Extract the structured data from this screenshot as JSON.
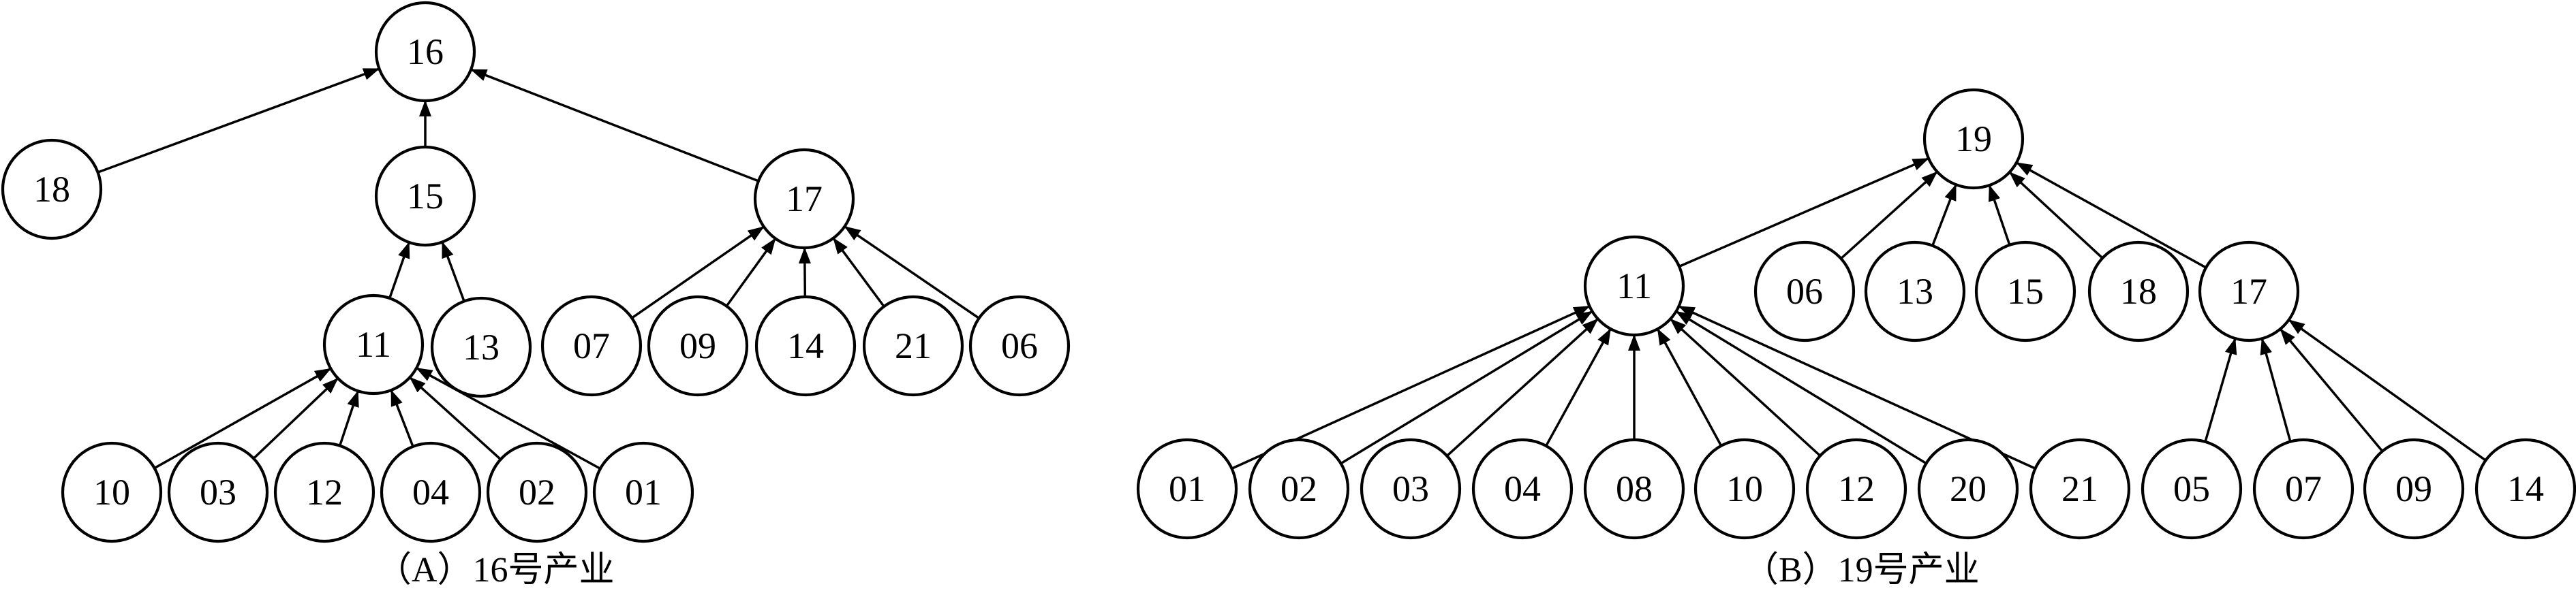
{
  "diagrams": [
    {
      "id": "A",
      "caption": "（A）16号产业",
      "nodes": [
        {
          "id": "a16",
          "label": "16"
        },
        {
          "id": "a18",
          "label": "18"
        },
        {
          "id": "a15",
          "label": "15"
        },
        {
          "id": "a17",
          "label": "17"
        },
        {
          "id": "a11",
          "label": "11"
        },
        {
          "id": "a13",
          "label": "13"
        },
        {
          "id": "a07",
          "label": "07"
        },
        {
          "id": "a09",
          "label": "09"
        },
        {
          "id": "a14",
          "label": "14"
        },
        {
          "id": "a21",
          "label": "21"
        },
        {
          "id": "a06",
          "label": "06"
        },
        {
          "id": "a10",
          "label": "10"
        },
        {
          "id": "a03",
          "label": "03"
        },
        {
          "id": "a12",
          "label": "12"
        },
        {
          "id": "a04",
          "label": "04"
        },
        {
          "id": "a02",
          "label": "02"
        },
        {
          "id": "a01",
          "label": "01"
        }
      ],
      "edges": [
        {
          "from": "a18",
          "to": "a16"
        },
        {
          "from": "a15",
          "to": "a16"
        },
        {
          "from": "a17",
          "to": "a16"
        },
        {
          "from": "a11",
          "to": "a15"
        },
        {
          "from": "a13",
          "to": "a15"
        },
        {
          "from": "a07",
          "to": "a17"
        },
        {
          "from": "a09",
          "to": "a17"
        },
        {
          "from": "a14",
          "to": "a17"
        },
        {
          "from": "a21",
          "to": "a17"
        },
        {
          "from": "a06",
          "to": "a17"
        },
        {
          "from": "a10",
          "to": "a11"
        },
        {
          "from": "a03",
          "to": "a11"
        },
        {
          "from": "a12",
          "to": "a11"
        },
        {
          "from": "a04",
          "to": "a11"
        },
        {
          "from": "a02",
          "to": "a11"
        },
        {
          "from": "a01",
          "to": "a11"
        }
      ]
    },
    {
      "id": "B",
      "caption": "（B）19号产业",
      "nodes": [
        {
          "id": "b19",
          "label": "19"
        },
        {
          "id": "b11",
          "label": "11"
        },
        {
          "id": "b06",
          "label": "06"
        },
        {
          "id": "b13",
          "label": "13"
        },
        {
          "id": "b15",
          "label": "15"
        },
        {
          "id": "b18",
          "label": "18"
        },
        {
          "id": "b17",
          "label": "17"
        },
        {
          "id": "b01",
          "label": "01"
        },
        {
          "id": "b02",
          "label": "02"
        },
        {
          "id": "b03",
          "label": "03"
        },
        {
          "id": "b04",
          "label": "04"
        },
        {
          "id": "b08",
          "label": "08"
        },
        {
          "id": "b10",
          "label": "10"
        },
        {
          "id": "b12",
          "label": "12"
        },
        {
          "id": "b20",
          "label": "20"
        },
        {
          "id": "b21",
          "label": "21"
        },
        {
          "id": "b05",
          "label": "05"
        },
        {
          "id": "b07",
          "label": "07"
        },
        {
          "id": "b09",
          "label": "09"
        },
        {
          "id": "b14",
          "label": "14"
        }
      ],
      "edges": [
        {
          "from": "b11",
          "to": "b19"
        },
        {
          "from": "b06",
          "to": "b19"
        },
        {
          "from": "b13",
          "to": "b19"
        },
        {
          "from": "b15",
          "to": "b19"
        },
        {
          "from": "b18",
          "to": "b19"
        },
        {
          "from": "b17",
          "to": "b19"
        },
        {
          "from": "b01",
          "to": "b11"
        },
        {
          "from": "b02",
          "to": "b11"
        },
        {
          "from": "b03",
          "to": "b11"
        },
        {
          "from": "b04",
          "to": "b11"
        },
        {
          "from": "b08",
          "to": "b11"
        },
        {
          "from": "b10",
          "to": "b11"
        },
        {
          "from": "b12",
          "to": "b11"
        },
        {
          "from": "b20",
          "to": "b11"
        },
        {
          "from": "b21",
          "to": "b11"
        },
        {
          "from": "b05",
          "to": "b17"
        },
        {
          "from": "b07",
          "to": "b17"
        },
        {
          "from": "b09",
          "to": "b17"
        },
        {
          "from": "b14",
          "to": "b17"
        }
      ]
    }
  ]
}
